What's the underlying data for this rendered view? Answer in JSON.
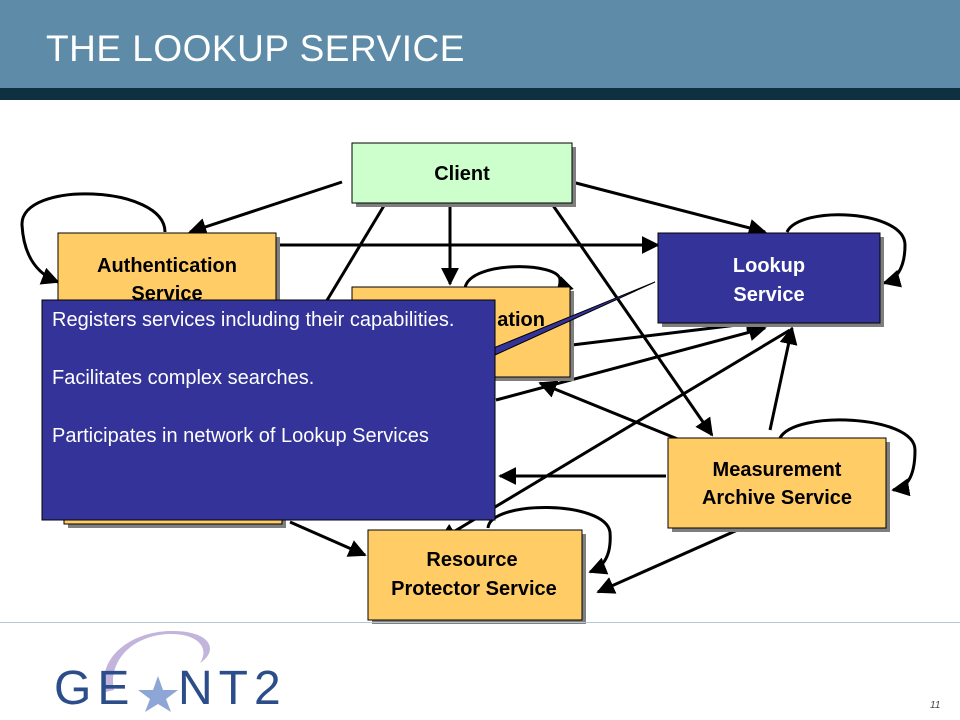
{
  "slide": {
    "title": "THE LOOKUP SERVICE",
    "page_number": "11"
  },
  "boxes": {
    "client": [
      "Client"
    ],
    "authentication": [
      "Authentication",
      "Service"
    ],
    "lookup": [
      "Lookup",
      "Service"
    ],
    "authorisation": [
      "",
      "ation"
    ],
    "measurement": [
      "Measurement",
      "Archive Service"
    ],
    "resource_protector": [
      "Resource",
      "Protector Service"
    ]
  },
  "callout": {
    "lines": [
      "Registers services including their capabilities.",
      "Facilitates complex searches.",
      "Participates in network of Lookup Services"
    ]
  },
  "logo": {
    "text": "GÉANT2"
  },
  "colors": {
    "header": "#5e8ca8",
    "header_bar": "#0e3142",
    "client_fill": "#ccffcc",
    "service_fill": "#ffcc66",
    "lookup_fill": "#333399",
    "callout_fill": "#333399"
  }
}
